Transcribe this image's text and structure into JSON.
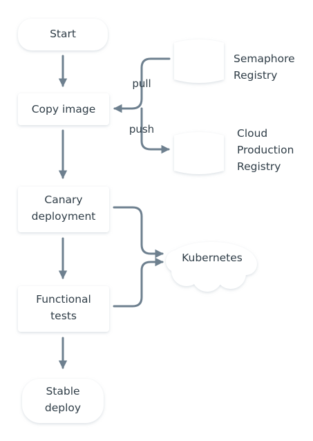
{
  "nodes": {
    "start": "Start",
    "copy_image": "Copy image",
    "canary": [
      "Canary",
      "deployment"
    ],
    "functional": [
      "Functional",
      "tests"
    ],
    "stable": [
      "Stable",
      "deploy"
    ],
    "semaphore_registry": [
      "Semaphore",
      "Registry"
    ],
    "cloud_registry": [
      "Cloud",
      "Production",
      "Registry"
    ],
    "kubernetes": "Kubernetes"
  },
  "edges": {
    "pull_label": "pull",
    "push_label": "push"
  },
  "colors": {
    "arrow": "#6e808f",
    "node_shadow": "#dfe5ea",
    "node_fill": "#ffffff",
    "text": "#2f3d47"
  }
}
